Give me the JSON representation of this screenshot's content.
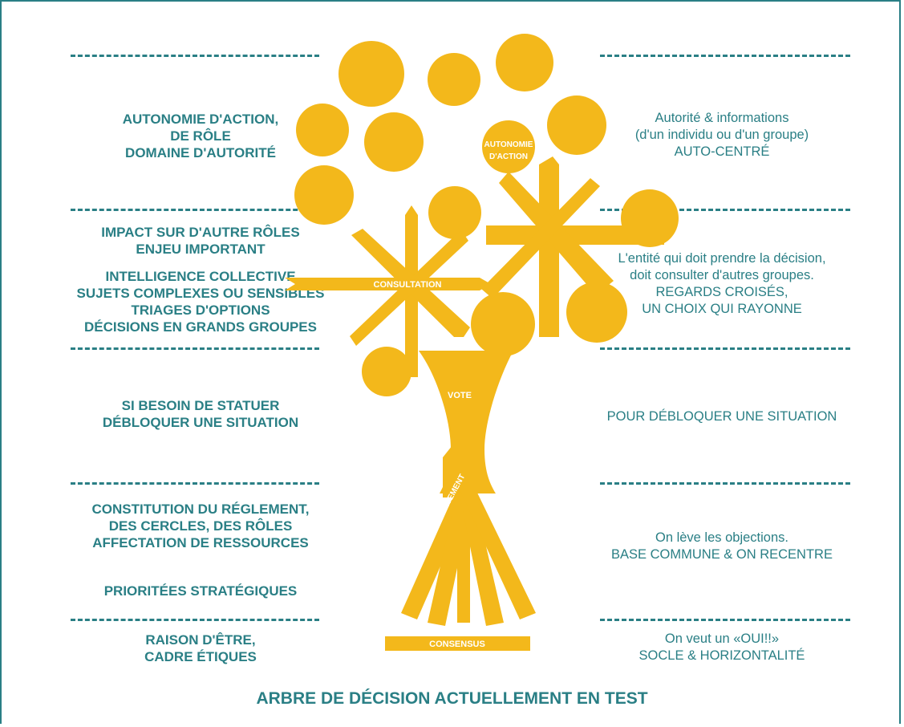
{
  "left_labels": {
    "autonomie": [
      "AUTONOMIE D'ACTION,",
      "DE RÔLE",
      "DOMAINE D'AUTORITÉ"
    ],
    "impact": [
      "IMPACT SUR D'AUTRE RÔLES",
      "ENJEU IMPORTANT"
    ],
    "intelligence": [
      "INTELLIGENCE COLLECTIVE",
      "SUJETS COMPLEXES OU SENSIBLES",
      "TRIAGES D'OPTIONS",
      "DÉCISIONS EN GRANDS GROUPES"
    ],
    "besoin": [
      "SI BESOIN DE STATUER",
      "DÉBLOQUER UNE SITUATION"
    ],
    "constitution": [
      "CONSTITUTION DU RÉGLEMENT,",
      "DES CERCLES, DES RÔLES",
      "AFFECTATION DE RESSOURCES"
    ],
    "priorites": [
      "PRIORITÉES STRATÉGIQUES"
    ],
    "raison": [
      "RAISON D'ÊTRE,",
      "CADRE ÉTIQUES"
    ]
  },
  "right_labels": {
    "autorite": [
      "Autorité & informations",
      "(d'un individu ou d'un groupe)",
      "AUTO-CENTRÉ"
    ],
    "entite": [
      "L'entité qui doit prendre la décision,",
      "doit consulter d'autres groupes.",
      "REGARDS CROISÉS,",
      "UN CHOIX QUI RAYONNE"
    ],
    "debloquer": [
      "POUR DÉBLOQUER UNE SITUATION"
    ],
    "objections": [
      "On lève les objections.",
      "BASE COMMUNE & ON RECENTRE"
    ],
    "oui": [
      "On veut un «OUI!!»",
      "SOCLE & HORIZONTALITÉ"
    ]
  },
  "tree_labels": {
    "autonomie_line1": "AUTONOMIE",
    "autonomie_line2": "D'ACTION",
    "consultation": "CONSULTATION",
    "vote": "VOTE",
    "consentement": "CONSENTEMENT",
    "consensus": "CONSENSUS"
  },
  "caption": "ARBRE DE DÉCISION ACTUELLEMENT EN TEST",
  "colors": {
    "teal": "#2a7f85",
    "yellow": "#f3b81b",
    "border": "#2a7f85"
  }
}
